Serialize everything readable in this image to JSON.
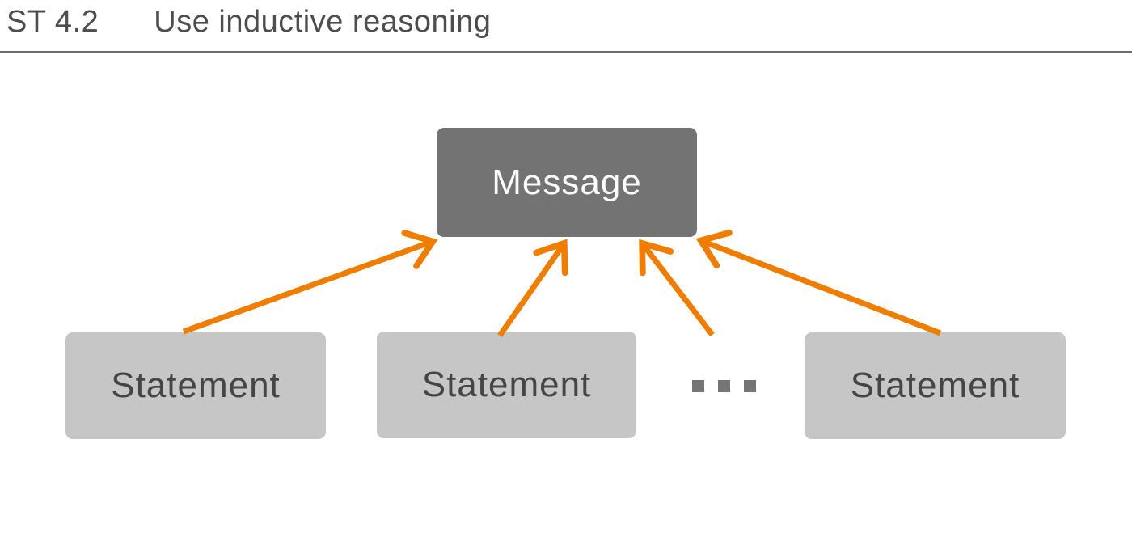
{
  "slide": {
    "code": "ST 4.2",
    "title": "Use inductive reasoning"
  },
  "diagram": {
    "message": {
      "label": "Message"
    },
    "statements": [
      {
        "label": "Statement"
      },
      {
        "label": "Statement"
      },
      {
        "label": "Statement"
      }
    ],
    "ellipsis_dot_count": 3,
    "arrow_count": 4,
    "relation": "arrows point from each Statement box up to the Message box"
  },
  "colors": {
    "accent_orange": "#EE7D00",
    "message_box_bg": "#737373",
    "message_box_text": "#FBFBFB",
    "statement_box_bg": "#C6C6C6",
    "statement_box_text": "#454545",
    "header_text": "#4D4D4D",
    "header_rule": "#6D6D6D",
    "ellipsis_dot": "#757575",
    "background": "#FFFFFF"
  }
}
